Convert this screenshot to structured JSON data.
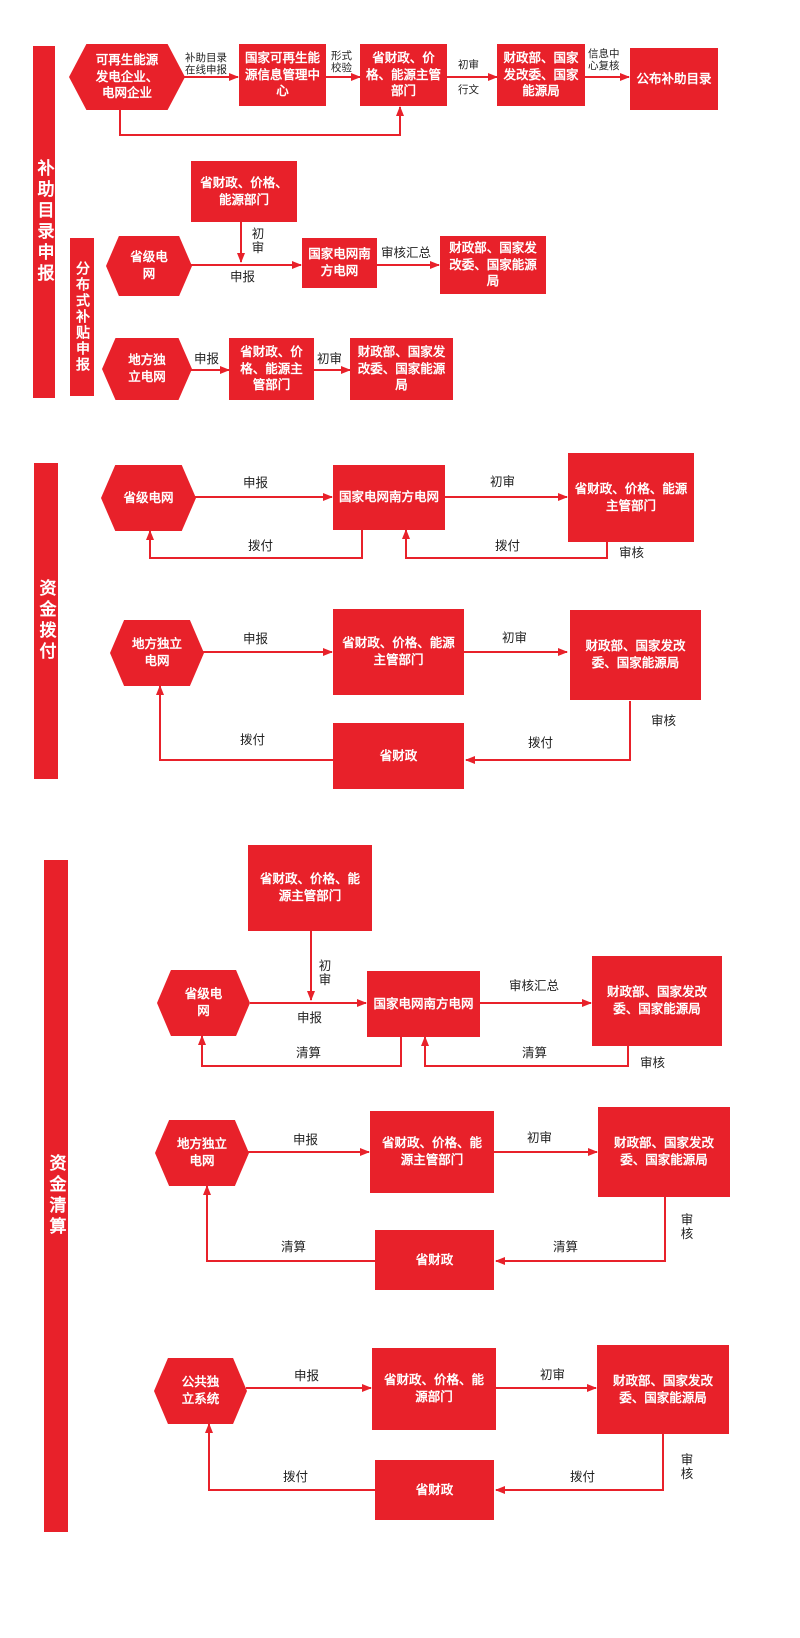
{
  "sections": {
    "subsidy_catalog": "补助目录申报",
    "distributed": "分布式补贴申报",
    "funds_allocation": "资金拨付",
    "funds_settlement": "资金清算"
  },
  "nodes": {
    "renewable_enterprises": "可再生能源发电企业、电网企业",
    "info_center": "国家可再生能源信息管理中心",
    "prov_dept_a": "省财政、价格、能源主管部门",
    "ministries_a": "财政部、国家发改委、国家能源局",
    "publish_catalog": "公布补助目录",
    "dist_prov_dept": "省财政、价格、能源部门",
    "dist_prov_grid": "省级电网",
    "dist_state_grid": "国家电网南方电网",
    "dist_ministries": "财政部、国家发改委、国家能源局",
    "dist_local_grid": "地方独立电网",
    "dist_local_prov_dept": "省财政、价格、能源主管部门",
    "dist_local_ministries": "财政部、国家发改委、国家能源局",
    "alloc_prov_grid": "省级电网",
    "alloc_state_grid": "国家电网南方电网",
    "alloc_prov_dept": "省财政、价格、能源主管部门",
    "alloc_local_grid": "地方独立电网",
    "alloc_local_prov_dept": "省财政、价格、能源主管部门",
    "alloc_ministries": "财政部、国家发改委、国家能源局",
    "alloc_prov_finance": "省财政",
    "settle_top_prov_dept": "省财政、价格、能源主管部门",
    "settle_prov_grid": "省级电网",
    "settle_state_grid": "国家电网南方电网",
    "settle_ministries_1": "财政部、国家发改委、国家能源局",
    "settle_local_grid": "地方独立电网",
    "settle_local_prov_dept": "省财政、价格、能源主管部门",
    "settle_ministries_2": "财政部、国家发改委、国家能源局",
    "settle_prov_finance_2": "省财政",
    "settle_public_system": "公共独立系统",
    "settle_public_prov_dept": "省财政、价格、能源部门",
    "settle_ministries_3": "财政部、国家发改委、国家能源局",
    "settle_prov_finance_3": "省财政"
  },
  "labels": {
    "online_declare": "补助目录在线申报",
    "form_check": "形式校验",
    "prelim_doc": "初审行文",
    "prelim": "初审",
    "wen": "行文",
    "info_recheck": "信息中心复核",
    "declare": "申报",
    "review_summary": "审核汇总",
    "review": "审核",
    "allocate": "拨付",
    "settle": "清算"
  },
  "colors": {
    "accent": "#e8212a",
    "arrow": "#e8212a"
  }
}
